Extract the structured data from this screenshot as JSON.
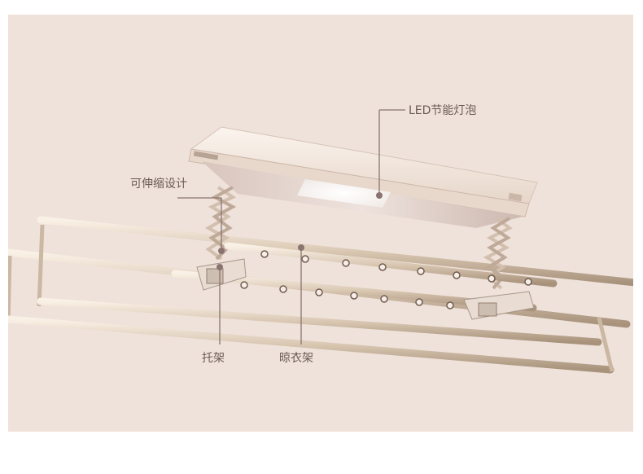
{
  "labels": {
    "led": "LED节能灯泡",
    "telescopic": "可伸缩设计",
    "bracket": "托架",
    "drying_rack": "晾衣架"
  },
  "colors": {
    "background": "#efe2db",
    "leader_line": "#8b7370",
    "rod_light": "#f3e6d6",
    "rod_dark": "#b9a48e",
    "panel": "#f7ebe2",
    "led": "#ffffff"
  }
}
